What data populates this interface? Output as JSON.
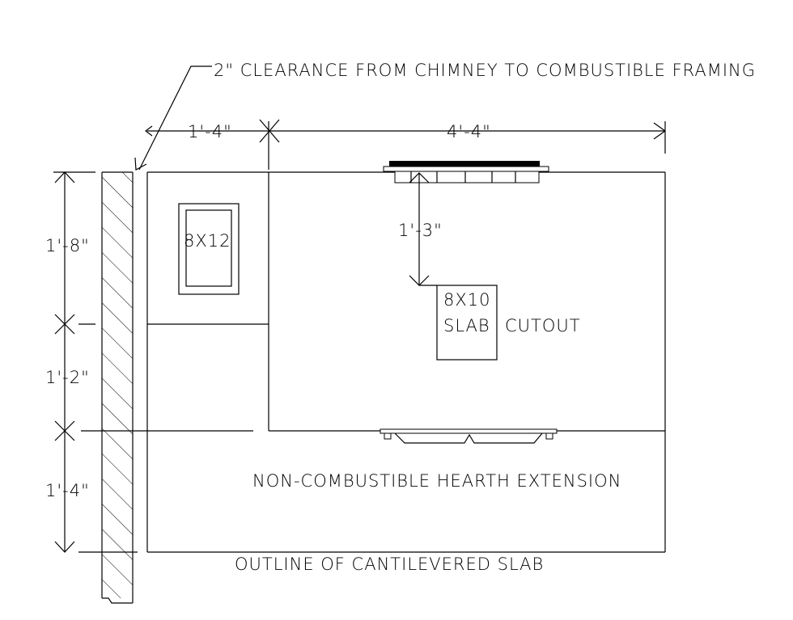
{
  "labels": {
    "clearance_note": "2\" CLEARANCE FROM CHIMNEY TO COMBUSTIBLE FRAMING",
    "flue_size": "8X12",
    "cutout_size": "8X10",
    "cutout_slab": "SLAB",
    "cutout_word": "CUTOUT",
    "hearth_extension": "NON-COMBUSTIBLE HEARTH EXTENSION",
    "slab_outline": "OUTLINE OF CANTILEVERED SLAB"
  },
  "dimensions": {
    "top_left": "1'-4\"",
    "top_right": "4'-4\"",
    "left_upper": "1'-8\"",
    "left_middle": "1'-2\"",
    "left_lower": "1'-4\"",
    "cutout_offset": "1'-3\""
  }
}
